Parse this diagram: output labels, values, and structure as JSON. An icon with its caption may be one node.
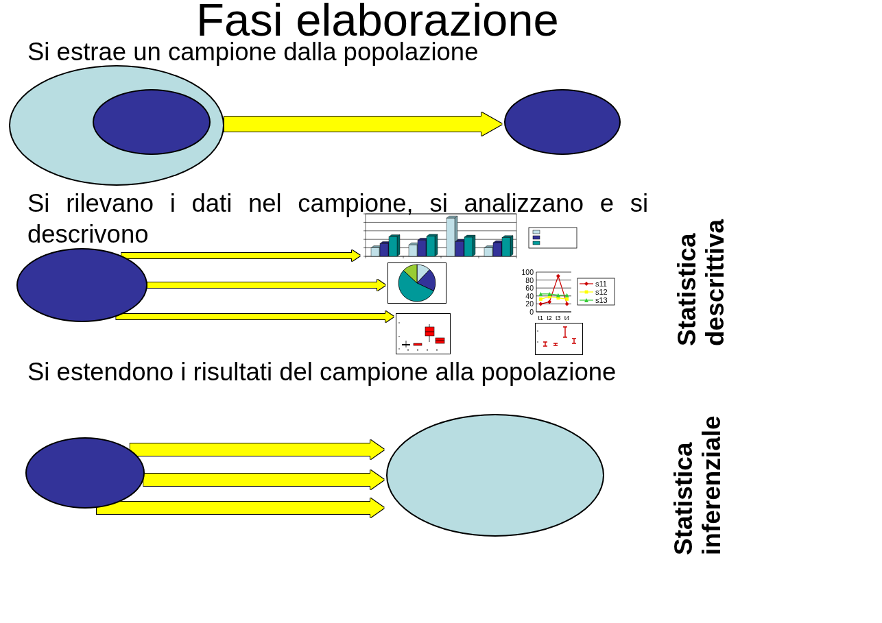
{
  "diagram": {
    "title": "Fasi elaborazione",
    "nodes": [
      {
        "text": [],
        "shape": "ellipse"
      },
      {
        "text": [],
        "shape": "ellipse",
        "in": 0
      },
      {
        "text": [],
        "shape": "ellipse"
      },
      {
        "text": [],
        "shape": "ellipse"
      },
      {
        "text": [],
        "shape": "picture"
      },
      {
        "text": [],
        "shape": "picture"
      },
      {
        "text": [],
        "shape": "picture"
      },
      {
        "text": [],
        "shape": "ellipse"
      },
      {
        "text": [],
        "shape": "ellipse"
      }
    ],
    "edges": [
      {
        "from": 0,
        "to": 2,
        "arrow": "to"
      },
      {
        "from": 3,
        "to": 4,
        "arrow": "to"
      },
      {
        "from": 3,
        "to": 5,
        "arrow": "to"
      },
      {
        "from": 3,
        "to": 6,
        "arrow": "to"
      },
      {
        "from": 7,
        "to": 8,
        "arrow": "to"
      },
      {
        "from": 7,
        "to": 8,
        "arrow": "to"
      },
      {
        "from": 7,
        "to": 8,
        "arrow": "to"
      }
    ],
    "labels": [
      "Si estrae un campione dalla popolazione",
      "Si rilevano i dati nel campione, si analizzano e si descrivono",
      "Si estendono i risultati del campione alla popolazione",
      "Statistica descrittiva",
      "Statistica inferenziale"
    ],
    "chart_data": {
      "type": "line",
      "categories": [
        "t1",
        "t2",
        "t3",
        "t4"
      ],
      "ylim": [
        0,
        100
      ],
      "yticks": [
        0,
        20,
        40,
        60,
        80,
        100
      ],
      "grid": true,
      "legend": "right",
      "series": [
        {
          "name": "s11",
          "color": "#cc0000",
          "marker": "diamond",
          "values": [
            20,
            25,
            90,
            20
          ]
        },
        {
          "name": "s12",
          "color": "#ffff00",
          "marker": "square",
          "values": [
            32,
            38,
            35,
            32
          ]
        },
        {
          "name": "s13",
          "color": "#33cc33",
          "marker": "triangle",
          "values": [
            45,
            45,
            42,
            42
          ]
        }
      ]
    }
  }
}
